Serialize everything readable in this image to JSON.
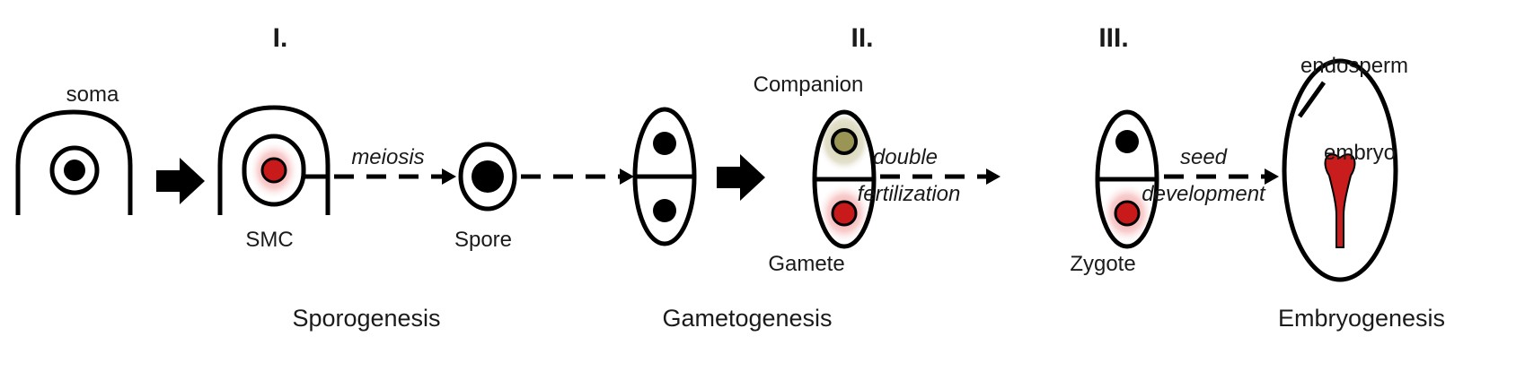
{
  "stage_numbers": {
    "i": "I.",
    "ii": "II.",
    "iii": "III."
  },
  "labels": {
    "soma": "soma",
    "smc": "SMC",
    "spore": "Spore",
    "companion": "Companion",
    "gamete": "Gamete",
    "zygote": "Zygote",
    "endosperm": "endosperm",
    "embryo": "embryo"
  },
  "process_labels": {
    "meiosis": "meiosis",
    "double": "double",
    "fertilization": "fertilization",
    "seed": "seed",
    "development": "development"
  },
  "stages": {
    "sporogenesis": "Sporogenesis",
    "gametogenesis": "Gametogenesis",
    "embryogenesis": "Embryogenesis"
  },
  "colors": {
    "outline": "#000000",
    "nucleus": "#000000",
    "germ_nucleus": "#c81a1a",
    "germ_halo": "#f2a3a3",
    "companion_nucleus": "#9a9455",
    "companion_fill": "#d9d6b8",
    "embryo": "#c91c1c"
  }
}
